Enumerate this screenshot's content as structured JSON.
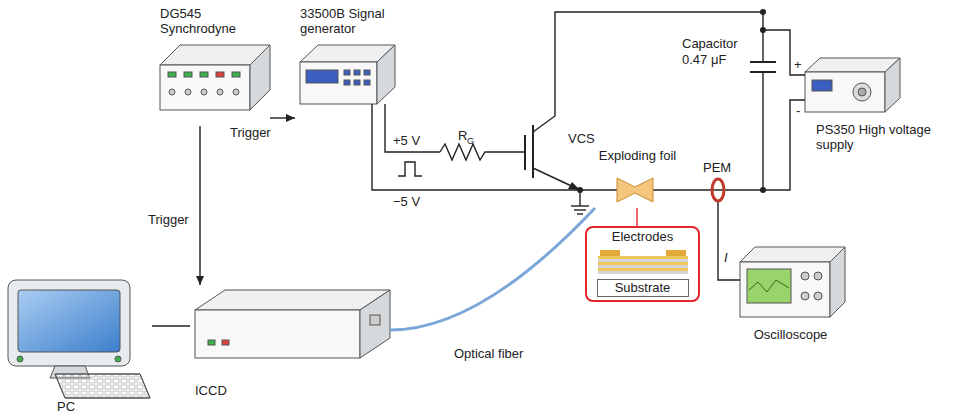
{
  "diagram": {
    "nodes": [
      {
        "text": [
          "DG545 Synchrodyne"
        ]
      },
      {
        "text": [
          "33500B Signal generator"
        ]
      },
      {
        "text": [
          "PC"
        ]
      },
      {
        "text": [
          "ICCD"
        ]
      },
      {
        "text": [
          "Exploding foil"
        ]
      },
      {
        "text": [
          "Electrodes",
          "Substrate"
        ]
      },
      {
        "text": [
          "Oscilloscope"
        ]
      },
      {
        "text": [
          "PS350 High voltage supply"
        ]
      }
    ],
    "edges": [
      {
        "from": 0,
        "to": 1,
        "label": "Trigger",
        "arrow": "to"
      },
      {
        "from": 0,
        "to": 3,
        "label": "Trigger",
        "arrow": "to"
      },
      {
        "from": 2,
        "to": 3,
        "arrow": "none"
      },
      {
        "from": 3,
        "to": 4,
        "label": "Optical fiber",
        "arrow": "none"
      },
      {
        "from": 4,
        "to": 5,
        "arrow": "none"
      }
    ],
    "labels": [
      "+5 V",
      "−5 V",
      "R",
      "G",
      "VCS",
      "Capacitor",
      "0.47 μF",
      "PEM",
      "I",
      "+",
      "-"
    ]
  }
}
